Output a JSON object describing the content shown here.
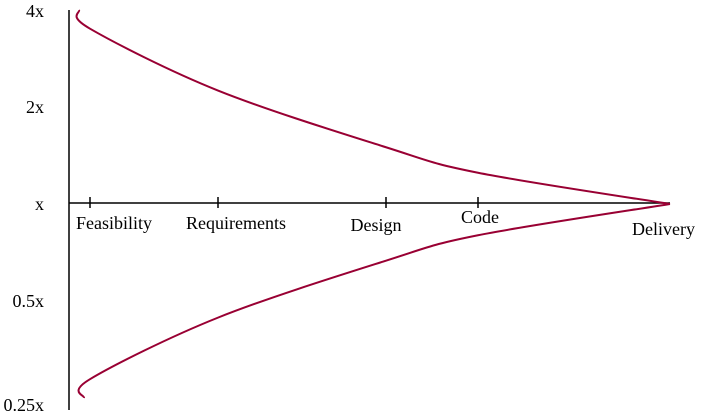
{
  "chart_data": {
    "type": "line",
    "title": "",
    "xlabel": "",
    "ylabel": "",
    "y_scale": "log2",
    "ylim": [
      0.25,
      4
    ],
    "y_ticks": [
      {
        "value": 4,
        "label": "4x"
      },
      {
        "value": 2,
        "label": "2x"
      },
      {
        "value": 1,
        "label": "x"
      },
      {
        "value": 0.5,
        "label": "0.5x"
      },
      {
        "value": 0.25,
        "label": "0.25x"
      }
    ],
    "categories": [
      "Feasibility",
      "Requirements",
      "Design",
      "Code",
      "Delivery"
    ],
    "series": [
      {
        "values": [
          3.5,
          2.25,
          1.5,
          1.25,
          1.0
        ],
        "color": "#990033"
      },
      {
        "values": [
          0.286,
          0.444,
          0.667,
          0.8,
          1.0
        ],
        "color": "#990033"
      }
    ],
    "grid": false,
    "legend": "none"
  }
}
